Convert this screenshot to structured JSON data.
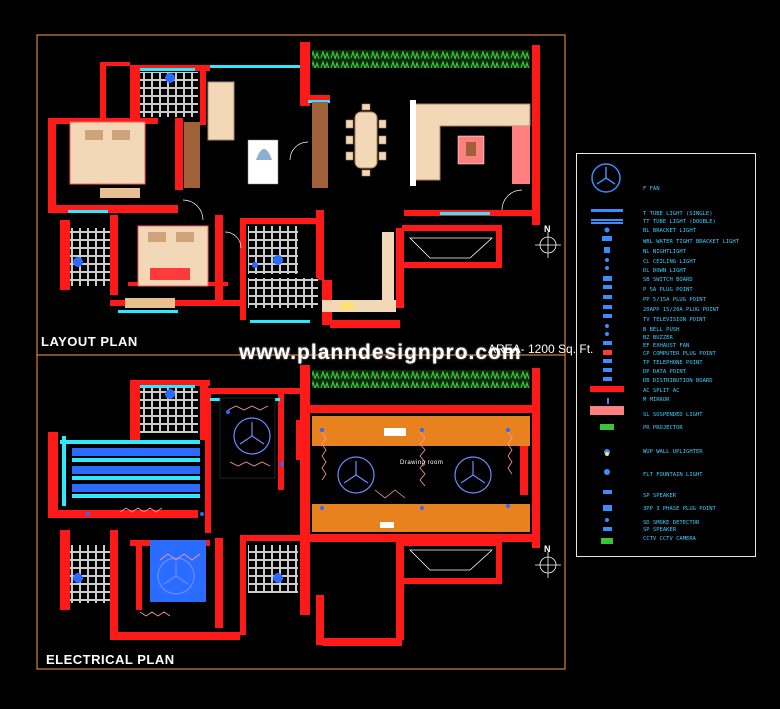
{
  "title_layout": "LAYOUT PLAN",
  "title_electrical": "ELECTRICAL PLAN",
  "watermark": "www.planndesignpro.com",
  "area_label": "AREA- 1200 Sq. Ft.",
  "north_label": "N",
  "room_label_drawing": "Drawing room",
  "colors": {
    "wall": "#ff1a1a",
    "outer_frame": "#ff9a3c",
    "cyan": "#2ee8ff",
    "green": "#3ac43a",
    "orange": "#e8821e",
    "pink": "#ff8080",
    "blue": "#2a6cff",
    "legend_text": "#3ad0ff"
  },
  "legend": [
    {
      "text": "F   FAN",
      "icon": "fan-icon"
    },
    {
      "text": "T   TUBE LIGHT (SINGLE)",
      "icon": "tube-light-single-icon"
    },
    {
      "text": "TT  TUBE LIGHT (DOUBLE)",
      "icon": "tube-light-double-icon"
    },
    {
      "text": "BL  BRACKET LIGHT",
      "icon": "bracket-light-icon"
    },
    {
      "text": "WBL WATER TIGHT BRACKET LIGHT",
      "icon": "water-tight-bracket-light-icon"
    },
    {
      "text": "NL  NIGHTLIGHT",
      "icon": "nightlight-icon"
    },
    {
      "text": "CL  CEILING LIGHT",
      "icon": "ceiling-light-icon"
    },
    {
      "text": "DL  DOWN LIGHT",
      "icon": "down-light-icon"
    },
    {
      "text": "SB  SWITCH BOARD",
      "icon": "switch-board-icon"
    },
    {
      "text": "P   5A PLUG POINT",
      "icon": "plug-point-icon"
    },
    {
      "text": "PP  5/15A PLUG POINT",
      "icon": "plug-point-5-15-icon"
    },
    {
      "text": "20APP 15/20A PLUG POINT",
      "icon": "plug-point-20-icon"
    },
    {
      "text": "TV  TELEVISION POINT",
      "icon": "television-point-icon"
    },
    {
      "text": "B   BELL PUSH",
      "icon": "bell-push-icon"
    },
    {
      "text": "BZ  BUZZER",
      "icon": "buzzer-icon"
    },
    {
      "text": "EF  EXHAUST FAN",
      "icon": "exhaust-fan-icon"
    },
    {
      "text": "CP  COMPUTER PLUG POINT",
      "icon": "computer-plug-icon"
    },
    {
      "text": "TP  TELEPHONE POINT",
      "icon": "telephone-point-icon"
    },
    {
      "text": "DP  DATA POINT",
      "icon": "data-point-icon"
    },
    {
      "text": "DB  DISTRIBUTION BOARD",
      "icon": "distribution-board-icon"
    },
    {
      "text": "AC  SPLIT AC",
      "icon": "split-ac-icon"
    },
    {
      "text": "M   MIRROR",
      "icon": "mirror-icon"
    },
    {
      "text": "SL  SUSPENDED LIGHT",
      "icon": "suspended-light-icon"
    },
    {
      "text": "PR  PROJECTOR",
      "icon": "projector-icon"
    },
    {
      "text": "WUP WALL UPLIGHTER",
      "icon": "wall-uplighter-icon"
    },
    {
      "text": "FLT FOUNTAIN LIGHT",
      "icon": "fountain-light-icon"
    },
    {
      "text": "SP  SPEAKER",
      "icon": "speaker-icon"
    },
    {
      "text": "3PP 3 PHASE PLUG POINT",
      "icon": "three-phase-plug-icon"
    },
    {
      "text": "SD  SMOKE DETECTOR",
      "icon": "smoke-detector-icon"
    },
    {
      "text": "SP  SPEAKER",
      "icon": "speaker-icon"
    },
    {
      "text": "CCTV CCTV CAMERA",
      "icon": "cctv-camera-icon"
    }
  ]
}
